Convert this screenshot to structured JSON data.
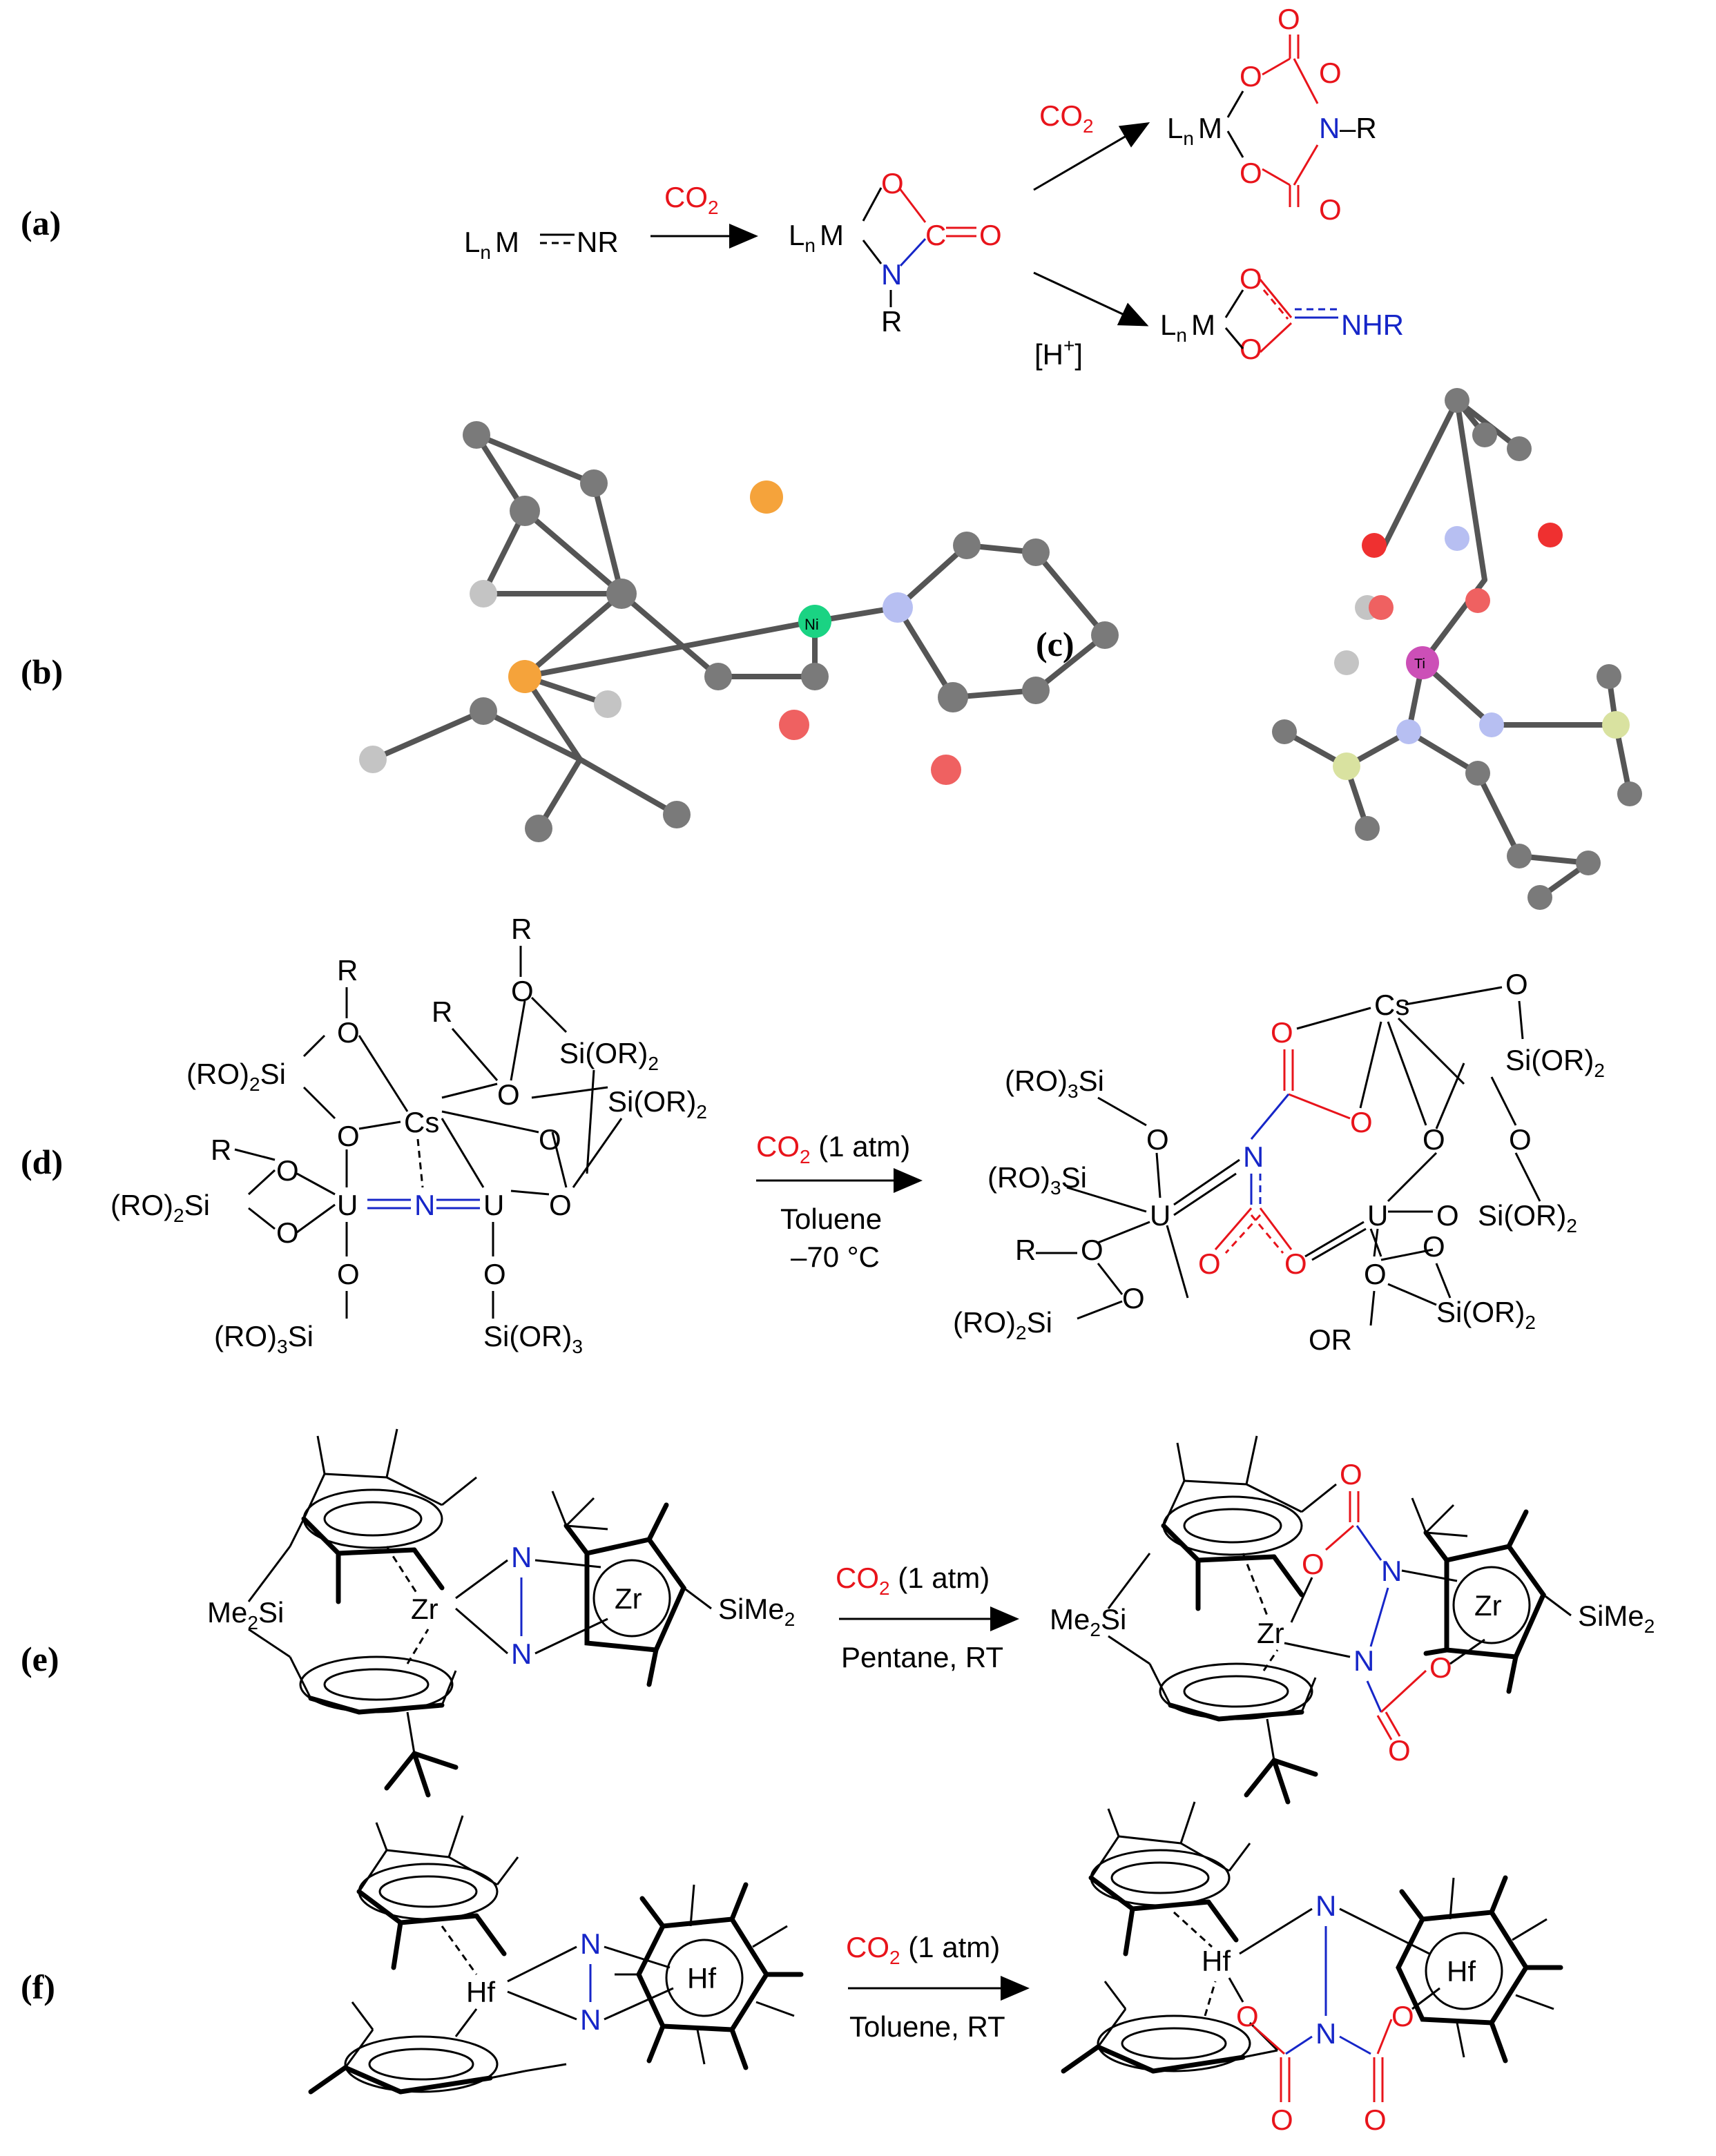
{
  "panels": {
    "a": {
      "label": "(a)",
      "reactant": "L",
      "reactant_sub": "n",
      "reactant_rest": "M",
      "reactant_nr": "NR",
      "reagent_co2": "CO",
      "reagent_co2_sub": "2",
      "intermediate_metal": "L",
      "intermediate_metal_sub": "n",
      "intermediate_metal_rest": "M",
      "o": "O",
      "c": "C",
      "n": "N",
      "r": "R",
      "upper_reagent": "CO",
      "upper_reagent_sub": "2",
      "upper_product_metal": "L",
      "upper_product_metal_sub": "n",
      "upper_product_metal_rest": "M",
      "upper_product_nr": "–R",
      "lower_reagent": "[H",
      "lower_reagent_sup": "+",
      "lower_reagent_end": "]",
      "lower_product_metal": "L",
      "lower_product_metal_sub": "n",
      "lower_product_metal_rest": "M",
      "lower_product_nhr": "NHR"
    },
    "b": {
      "label": "(b)",
      "metal_atom": "Ni"
    },
    "c": {
      "label": "(c)",
      "metal_atom": "Ti"
    },
    "d": {
      "label": "(d)",
      "reagent_co2": "CO",
      "reagent_co2_sub": "2",
      "reagent_pressure": " (1 atm)",
      "solvent": "Toluene",
      "temperature": "–70 °C",
      "r": "R",
      "o": "O",
      "cs": "Cs",
      "u": "U",
      "n": "N",
      "ro2si": "(RO)",
      "ro2si_sub": "2",
      "ro2si_end": "Si",
      "ro3si": "(RO)",
      "ro3si_sub": "3",
      "ro3si_end": "Si",
      "sior2": "Si(OR)",
      "sior2_sub": "2",
      "sior3": "Si(OR)",
      "sior3_sub": "3",
      "or": "OR"
    },
    "e": {
      "label": "(e)",
      "reagent_co2": "CO",
      "reagent_co2_sub": "2",
      "reagent_pressure": " (1 atm)",
      "conditions": "Pentane, RT",
      "me2si": "Me",
      "me2si_sub": "2",
      "me2si_end": "Si",
      "simе2": "SiMe",
      "sime2_sub": "2",
      "zr": "Zr",
      "n": "N",
      "o": "O"
    },
    "f": {
      "label": "(f)",
      "reagent_co2": "CO",
      "reagent_co2_sub": "2",
      "reagent_pressure": " (1 atm)",
      "conditions": "Toluene, RT",
      "hf": "Hf",
      "n": "N",
      "o": "O"
    }
  }
}
